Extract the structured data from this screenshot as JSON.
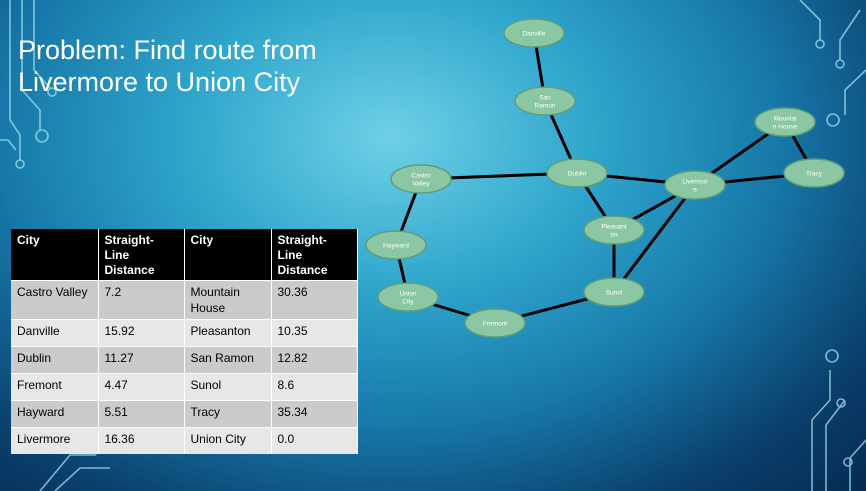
{
  "title": {
    "line1": "Problem: Find route from",
    "line2": "Livermore to Union City"
  },
  "table": {
    "headers": [
      "City",
      "Straight-Line Distance",
      "City",
      "Straight-Line Distance"
    ],
    "rows": [
      [
        "Castro Valley",
        "7.2",
        "Mountain House",
        "30.36"
      ],
      [
        "Danville",
        "15.92",
        "Pleasanton",
        "10.35"
      ],
      [
        "Dublin",
        "11.27",
        "San Ramon",
        "12.82"
      ],
      [
        "Fremont",
        "4.47",
        "Sunol",
        "8.6"
      ],
      [
        "Hayward",
        "5.51",
        "Tracy",
        "35.34"
      ],
      [
        "Livermore",
        "16.36",
        "Union City",
        "0.0"
      ]
    ]
  },
  "graph": {
    "nodes": {
      "danville": [
        "Danville"
      ],
      "sanramon": [
        "San",
        "Ramon"
      ],
      "castrovalley": [
        "Castro",
        "Valley"
      ],
      "dublin": [
        "Dublin"
      ],
      "livermore": [
        "Livermor",
        "e"
      ],
      "mountainhouse": [
        "Mountai",
        "n House"
      ],
      "tracy": [
        "Tracy"
      ],
      "pleasanton": [
        "Pleasant",
        "on"
      ],
      "hayward": [
        "Hayward"
      ],
      "unioncity": [
        "Union",
        "City"
      ],
      "sunol": [
        "Sunol"
      ],
      "fremont": [
        "Fremont"
      ]
    },
    "edges": [
      [
        "danville",
        "sanramon"
      ],
      [
        "sanramon",
        "dublin"
      ],
      [
        "castrovalley",
        "dublin"
      ],
      [
        "dublin",
        "livermore"
      ],
      [
        "dublin",
        "pleasanton"
      ],
      [
        "livermore",
        "pleasanton"
      ],
      [
        "livermore",
        "mountainhouse"
      ],
      [
        "livermore",
        "tracy"
      ],
      [
        "mountainhouse",
        "tracy"
      ],
      [
        "livermore",
        "sunol"
      ],
      [
        "pleasanton",
        "sunol"
      ],
      [
        "castrovalley",
        "hayward"
      ],
      [
        "hayward",
        "unioncity"
      ],
      [
        "unioncity",
        "fremont"
      ],
      [
        "fremont",
        "sunol"
      ]
    ]
  },
  "colors": {
    "node_fill": "#8cc7a3",
    "edge": "#000000",
    "table_header": "#000000",
    "row_odd": "#cbcbcb",
    "row_even": "#e7e7e7"
  }
}
